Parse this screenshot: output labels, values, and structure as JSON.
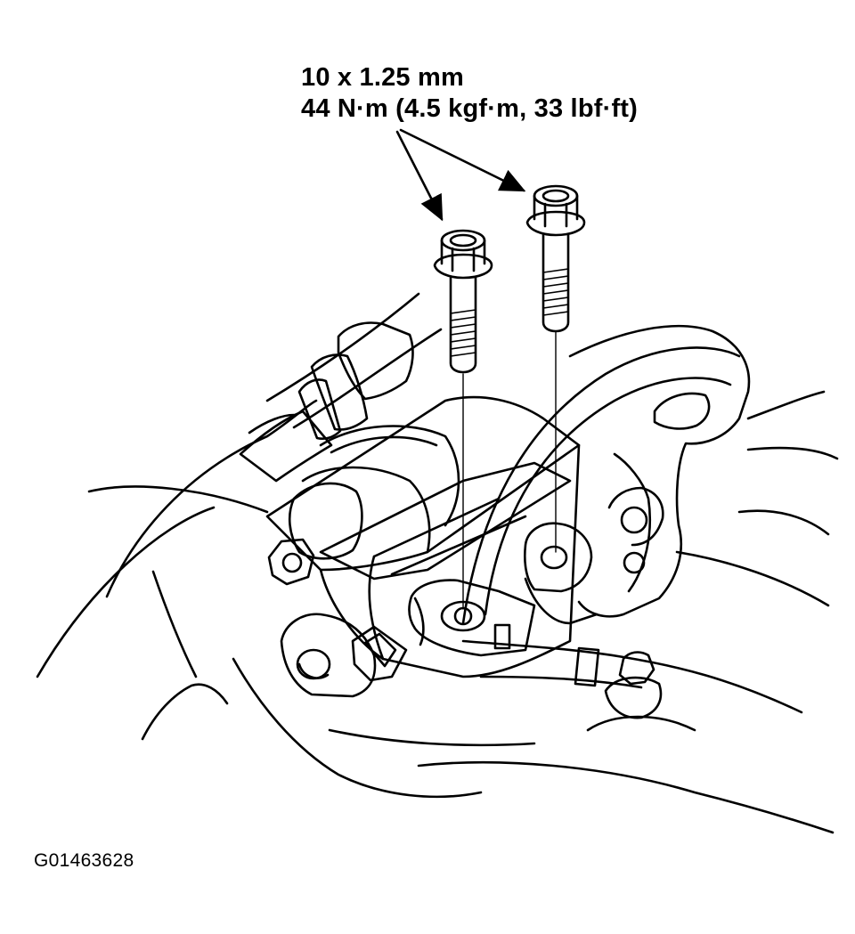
{
  "callout": {
    "bolt_size": "10 x 1.25 mm",
    "torque": "44 N·m (4.5 kgf·m, 33 lbf·ft)"
  },
  "figure_id": "G01463628",
  "colors": {
    "line": "#000000",
    "background": "#ffffff"
  }
}
